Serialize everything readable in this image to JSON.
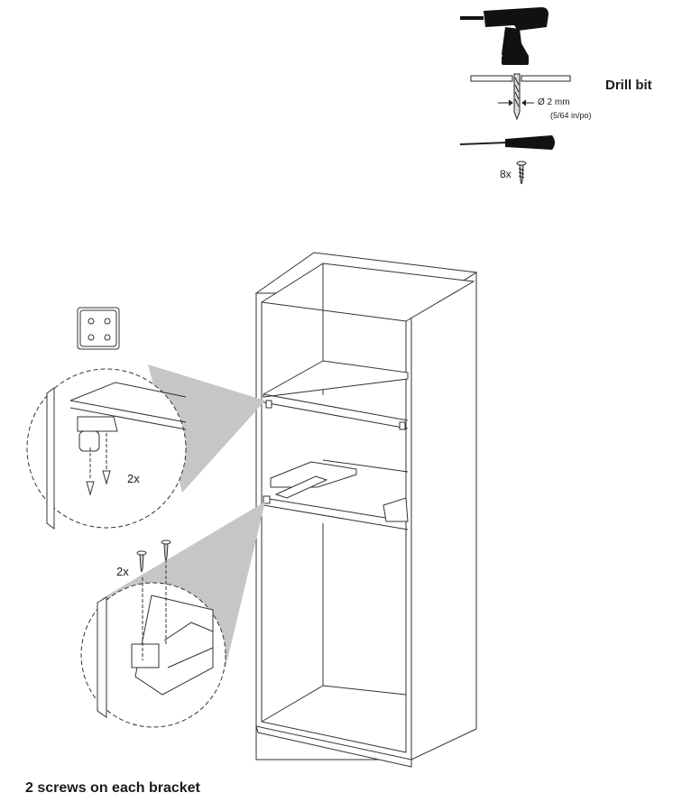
{
  "tools": {
    "drill_bit_label": "Drill bit",
    "drill_bit_diameter": "Ø 2 mm",
    "drill_bit_inch": "(5/64 in/po)",
    "screw_count": "8x",
    "icons": [
      "drill-icon",
      "drill-bit-icon",
      "screwdriver-icon",
      "screw-icon"
    ]
  },
  "details": {
    "top_quantity": "2x",
    "bottom_quantity": "2x"
  },
  "caption": "2 screws on each bracket"
}
